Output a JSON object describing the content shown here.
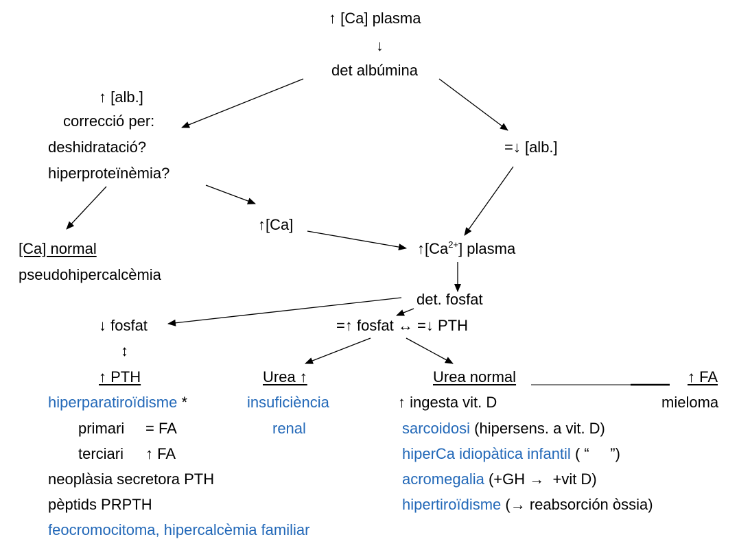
{
  "colors": {
    "text": "#000000",
    "highlight": "#2268b8",
    "line": "#000000"
  },
  "nodes": {
    "ca_plasma": "↑ [Ca] plasma",
    "down_arrow": "↓",
    "det_albumina": "det albúmina",
    "alb_up": "↑ [alb.]",
    "correccio_per": "correcció per:",
    "deshidratacio": "deshidratació?",
    "hiperproteinemia": "hiperproteïnèmia?",
    "alb_eq_down": "=↓ [alb.]",
    "ca_up": "↑[Ca]",
    "ca_normal": "[Ca] normal",
    "pseudohipercalcemia": "pseudohipercalcèmia",
    "ca2_plasma_pre": "↑[Ca",
    "ca2_plasma_sup": "2+",
    "ca2_plasma_post": "] plasma",
    "det_fosfat": "det. fosfat",
    "fosfat_down": "↓ fosfat",
    "updown_arrow": "↕",
    "fosfat_eq_up": "=↑ fosfat ↔  =↓ PTH",
    "pth_up": "↑ PTH",
    "urea_up": "Urea ↑",
    "urea_normal": "Urea normal",
    "fa_up": "↑ FA"
  },
  "pth_branch": {
    "hiperparatiroidisme": "hiperparatiroïdisme",
    "asterisk": "*",
    "primari": "primari",
    "primari_fa": "= FA",
    "terciari": "terciari",
    "terciari_fa": "↑ FA",
    "neoplasia": "neoplàsia secretora PTH",
    "peptids": "pèptids PRPTH",
    "feocromocitoma": "feocromocitoma, hipercalcèmia familiar"
  },
  "urea_branch": {
    "insuficiencia": "insuficiència",
    "renal": "renal"
  },
  "urea_normal_branch": {
    "ingesta": "↑ ingesta vit. D",
    "sarcoidosi": "sarcoidosi",
    "sarcoidosi_note": " (hipersens. a vit. D)",
    "hiperca": "hiperCa idiopàtica infantil",
    "hiperca_note": " ( “     ”)",
    "acromegalia": "acromegalia",
    "acromegalia_note": " (+GH →  +vit D)",
    "hipertiroidisme": "hipertiroïdisme",
    "hipertiroidisme_note": " (→ reabsorción òssia)"
  },
  "fa_branch": {
    "mieloma": "mieloma"
  }
}
